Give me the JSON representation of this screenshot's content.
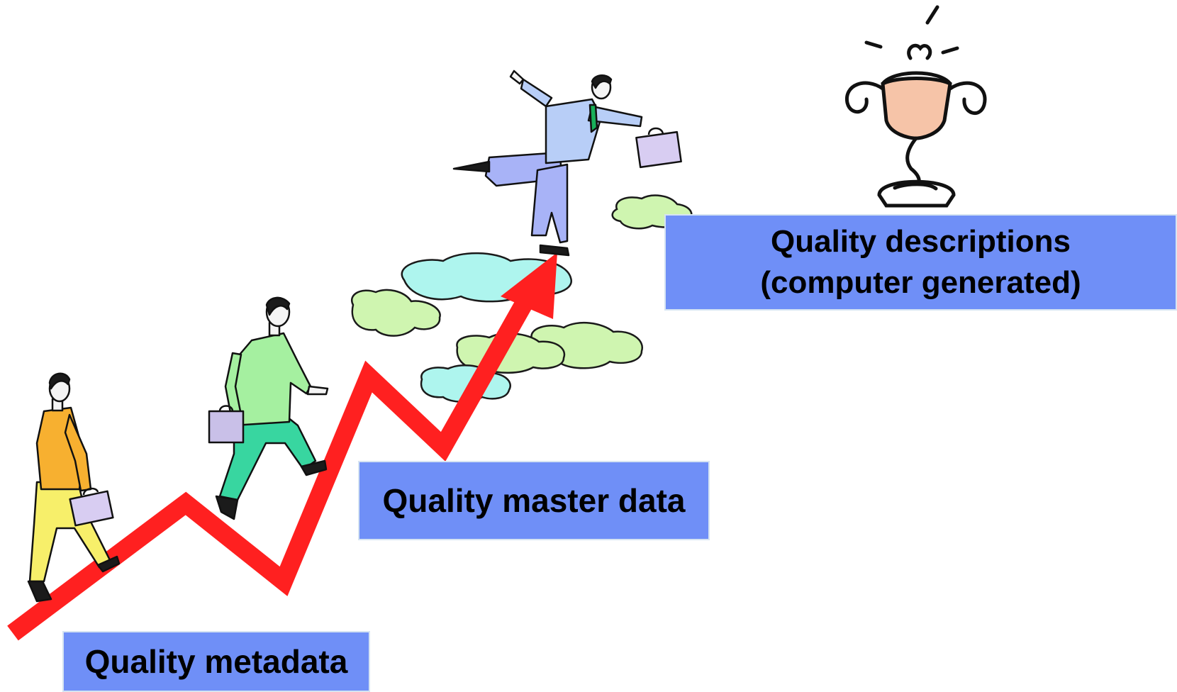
{
  "stages": {
    "metadata": {
      "label": "Quality metadata"
    },
    "master_data": {
      "label": "Quality master data"
    },
    "descriptions": {
      "line1": "Quality descriptions",
      "line2": "(computer generated)"
    }
  },
  "colors": {
    "box_fill": "#6f8ff7",
    "box_border": "#d6e4f2",
    "arrow": "#ff2020",
    "cloud_cyan": "#aef5ee",
    "cloud_green": "#cff5b0",
    "trophy_cup": "#f6c4a8"
  },
  "icons": [
    "zigzag-arrow-icon",
    "walking-man-orange-icon",
    "climbing-man-green-icon",
    "leaping-man-blue-icon",
    "cloud-icon",
    "trophy-icon",
    "briefcase-icon"
  ]
}
